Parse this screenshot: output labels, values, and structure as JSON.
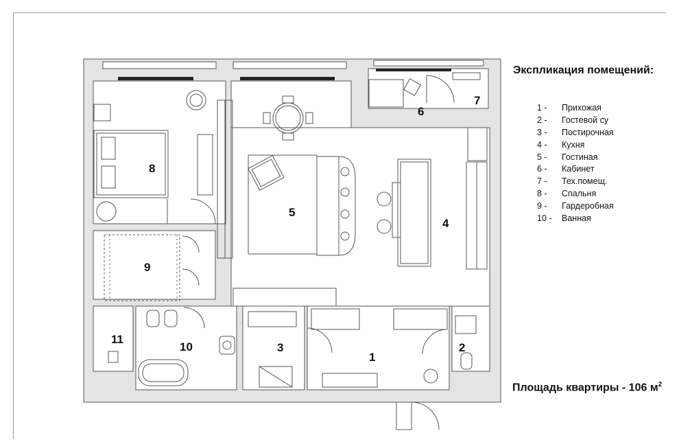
{
  "legend": {
    "title": "Экспликация помещений:",
    "items": [
      {
        "num": "1 -",
        "label": "Прихожая"
      },
      {
        "num": "2 -",
        "label": "Гостевой су"
      },
      {
        "num": "3 -",
        "label": "Постирочная"
      },
      {
        "num": "4 -",
        "label": "Кухня"
      },
      {
        "num": "5 -",
        "label": "Гостиная"
      },
      {
        "num": "6 -",
        "label": "Кабинет"
      },
      {
        "num": "7 -",
        "label": "Тех.помещ."
      },
      {
        "num": "8 -",
        "label": "Спальня"
      },
      {
        "num": "9 -",
        "label": "Гардеробная"
      },
      {
        "num": "10 -",
        "label": "Ванная"
      }
    ]
  },
  "area": {
    "text": "Площадь квартиры - 106 м",
    "superscript": "2"
  },
  "rooms": [
    {
      "id": "1",
      "label": "1"
    },
    {
      "id": "2",
      "label": "2"
    },
    {
      "id": "3",
      "label": "3"
    },
    {
      "id": "4",
      "label": "4"
    },
    {
      "id": "5",
      "label": "5"
    },
    {
      "id": "6",
      "label": "6"
    },
    {
      "id": "7",
      "label": "7"
    },
    {
      "id": "8",
      "label": "8"
    },
    {
      "id": "9",
      "label": "9"
    },
    {
      "id": "10",
      "label": "10"
    },
    {
      "id": "11",
      "label": "11"
    }
  ],
  "colors": {
    "wall": "#e4e4e4",
    "line": "#444444",
    "radiator": "#222222"
  }
}
